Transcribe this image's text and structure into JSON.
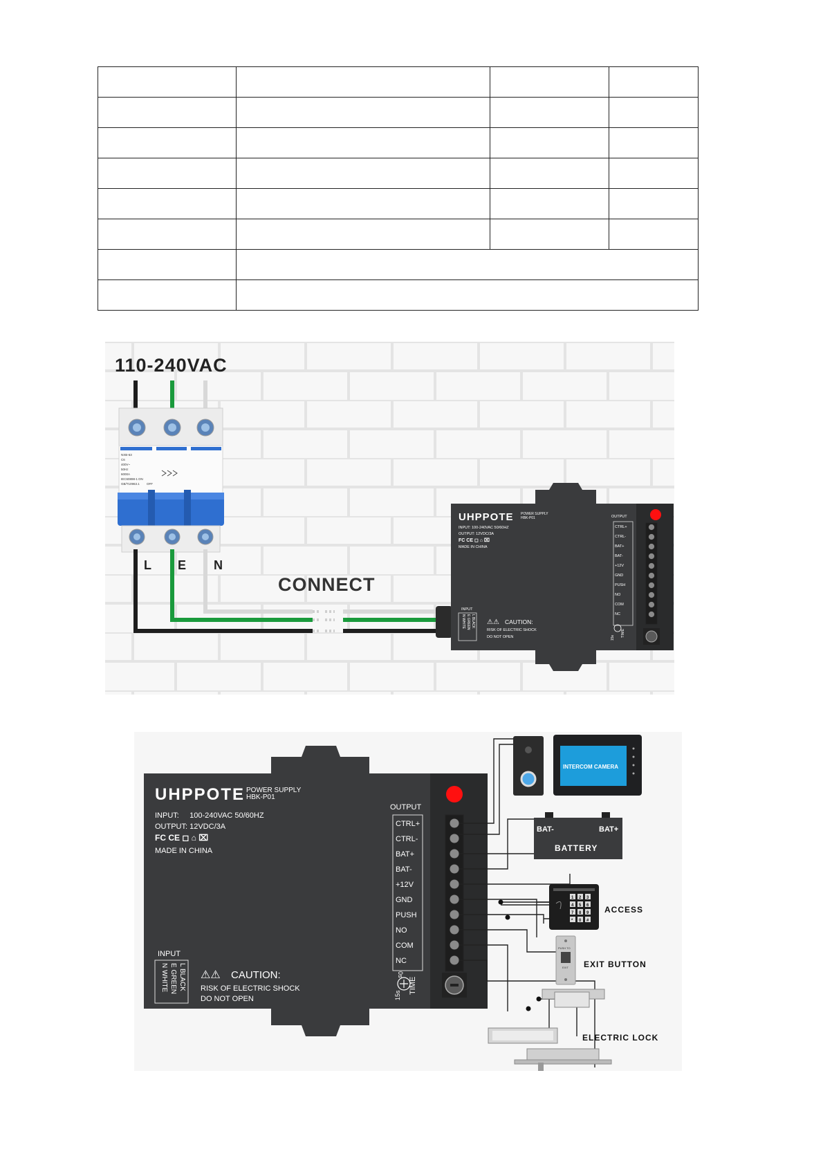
{
  "table": {
    "rows": [
      [
        "",
        "",
        "",
        ""
      ],
      [
        "",
        "",
        "",
        ""
      ],
      [
        "",
        "",
        "",
        ""
      ],
      [
        "",
        "",
        "",
        ""
      ],
      [
        "",
        "",
        "",
        ""
      ],
      [
        "",
        "",
        "",
        ""
      ],
      [
        "",
        ""
      ],
      [
        "",
        ""
      ]
    ]
  },
  "power_diagram": {
    "voltage_label": "110-240VAC",
    "breaker_print": [
      "NXB-63",
      "C6",
      "400V~",
      "50Hz",
      "6000A",
      "IEC60898-1",
      "GB/T10963.1",
      "ON",
      "OFF"
    ],
    "terminal_labels": [
      "L",
      "E",
      "N"
    ],
    "connect_label": "CONNECT"
  },
  "psu": {
    "brand": "UHPPOTE",
    "model_line1": "POWER SUPPLY",
    "model_line2": "HBK-P01",
    "input_spec": "INPUT:     100-240VAC 50/60HZ",
    "output_spec": "OUTPUT: 12VDC/3A",
    "cert_marks": "FC CE ◻ ⌂ ⌧",
    "made_in": "MADE IN CHINA",
    "output_title": "OUTPUT",
    "terminals": [
      "CTRL+",
      "CTRL-",
      "BAT+",
      "BAT-",
      "+12V",
      "GND",
      "PUSH",
      "NO",
      "COM",
      "NC"
    ],
    "input_title": "INPUT",
    "input_wires": [
      "L BLACK",
      "E GREEN",
      "N WHITE"
    ],
    "caution_title": "CAUTION:",
    "caution_line1": "RISK OF ELECTRIC SHOCK",
    "caution_line2": "DO NOT OPEN",
    "timer_min": "15s",
    "timer_max": "0s",
    "timer_label": "TIME"
  },
  "wiring": {
    "intercom_screen": "INTERCOM CAMERA",
    "battery_neg": "BAT-",
    "battery_pos": "BAT+",
    "battery_label": "BATTERY",
    "access_label": "ACCESS",
    "exit_label": "EXIT BUTTON",
    "exit_plate_top": "PUSH TO",
    "exit_plate_bottom": "EXIT",
    "lock_label": "ELECTRIC LOCK",
    "keypad_keys": [
      "1",
      "2",
      "3",
      "4",
      "5",
      "6",
      "7",
      "8",
      "9",
      "*",
      "0",
      "#"
    ]
  },
  "colors": {
    "wire_live": "#1e1e1e",
    "wire_earth": "#1a9a3c",
    "wire_neutral": "#d8d8d8",
    "breaker_handle": "#2f6fd0",
    "psu_body": "#3a3b3d",
    "led": "#ff1010",
    "intercom_screen": "#1d9ddb"
  }
}
